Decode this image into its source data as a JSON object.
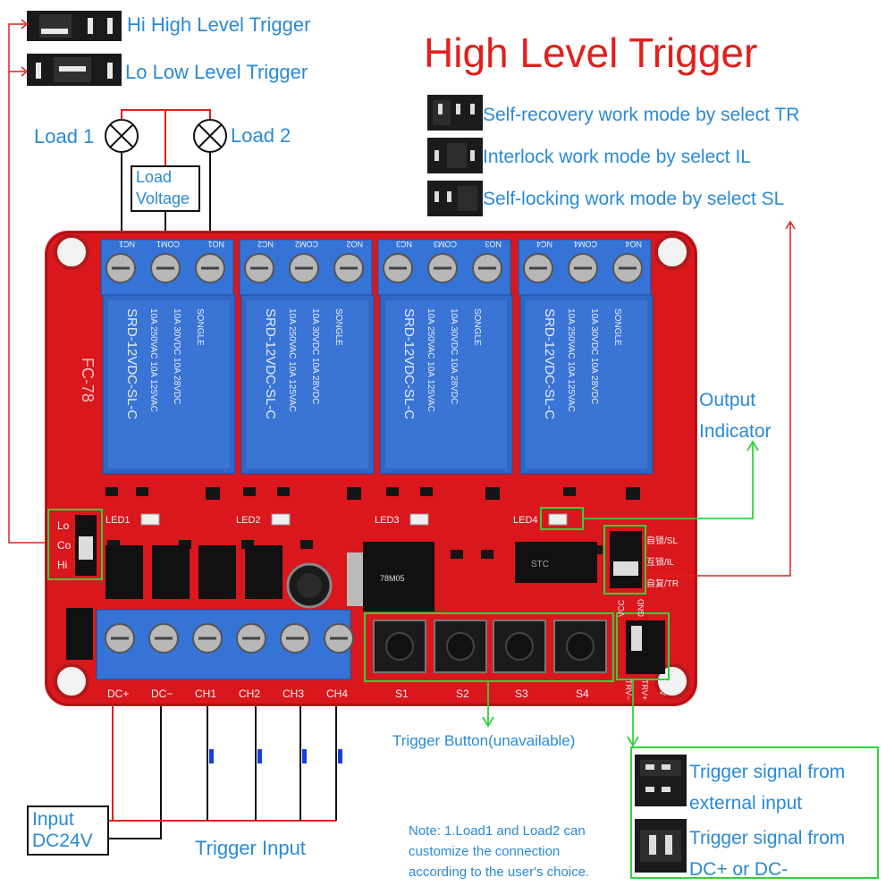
{
  "title": "High Level Trigger",
  "jumper_levels": {
    "hi": "Hi High Level Trigger",
    "lo": "Lo Low Level Trigger"
  },
  "loads": {
    "load1": "Load 1",
    "load2": "Load 2",
    "voltage_line1": "Load",
    "voltage_line2": "Voltage"
  },
  "modes": [
    "Self-recovery work mode by select TR",
    "Interlock work mode by select IL",
    "Self-locking work mode by select SL"
  ],
  "output_indicator": {
    "line1": "Output",
    "line2": "Indicator"
  },
  "board": {
    "model": "FC-78",
    "relay_terminals": [
      [
        "NC1",
        "COM1",
        "NO1"
      ],
      [
        "NC2",
        "COM2",
        "NO2"
      ],
      [
        "NC3",
        "COM3",
        "NO3"
      ],
      [
        "NC4",
        "COM4",
        "NO4"
      ]
    ],
    "relay_text": {
      "model": "SRD-12VDC-SL-C",
      "rating1": "10A 250VAC  10A 125VAC",
      "rating2": "10A 30VDC  10A 28VDC",
      "brand": "SONGLE"
    },
    "leds": [
      "LED1",
      "LED2",
      "LED3",
      "LED4"
    ],
    "lo_co_hi": [
      "Lo",
      "Co",
      "Hi"
    ],
    "input_terminals": [
      "DC+",
      "DC−",
      "CH1",
      "CH2",
      "CH3",
      "CH4"
    ],
    "buttons": [
      "S1",
      "S2",
      "S3",
      "S4"
    ],
    "mode_marks": [
      "自锁/SL",
      "互锁/IL",
      "自复/TR"
    ],
    "trv_marks": [
      "TRV−",
      "TRV+",
      "TRV"
    ],
    "vcc_gnd": [
      "VCC",
      "GND"
    ],
    "regulator": "78M05",
    "chip": "STC"
  },
  "trigger_button": "Trigger Button(unavailable)",
  "trigger_input": "Trigger Input",
  "input_power": {
    "line1": "Input",
    "line2": "DC24V"
  },
  "trigger_signal": {
    "external_line1": "Trigger signal from",
    "external_line2": "external input",
    "dc_line1": "Trigger signal from",
    "dc_line2": "DC+ or DC-"
  },
  "note": {
    "line1": "Note: 1.Load1 and Load2 can",
    "line2": "customize the connection",
    "line3": "according to the user's choice."
  },
  "colors": {
    "board": "#d9171d",
    "relay": "#2f67c6",
    "terminal": "#3573d6",
    "wire_red": "#e0201c",
    "wire_black": "#111111",
    "text_blue": "#2a8ad6",
    "highlight": "#31d23a"
  }
}
